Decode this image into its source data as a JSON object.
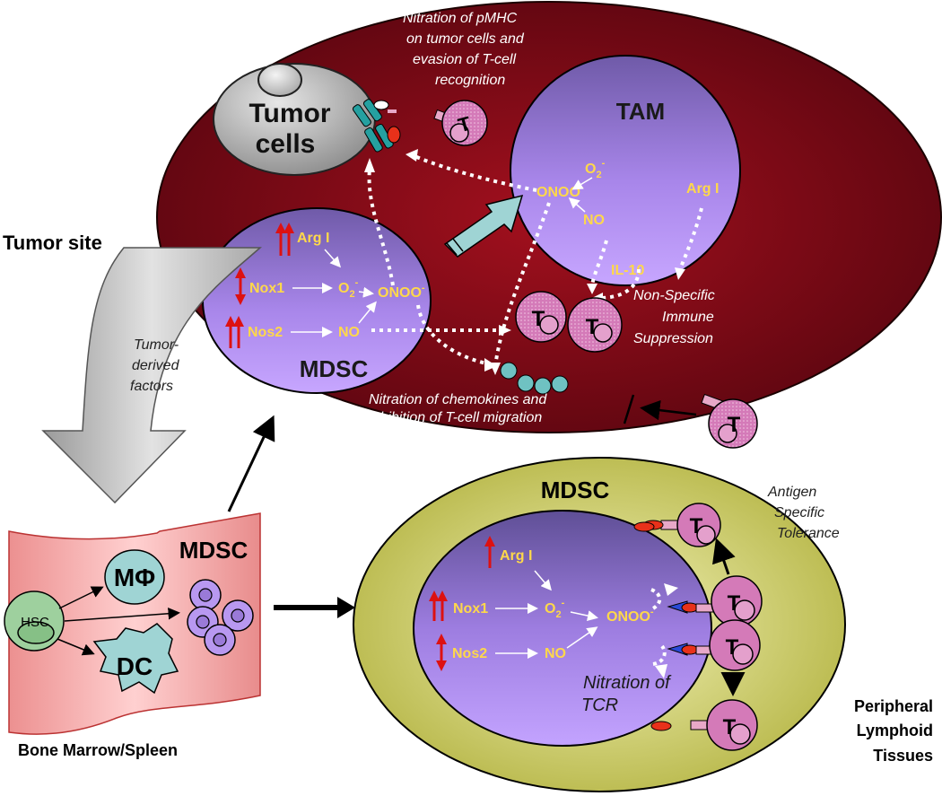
{
  "colors": {
    "tumor_site_bg": "#7a0a14",
    "mdsc_cell": "#9a77e0",
    "yellow_text": "#ffd84a",
    "lymphoid_bg": "#d8d870",
    "marrow_bg": "#f1a8a8",
    "t_cell": "#d47ab8",
    "arrow_white": "#ffffff",
    "up_arrow_red": "#dd1111"
  },
  "labels": {
    "tumor_site": "Tumor site",
    "tumor_derived_factors": [
      "Tumor-",
      "derived",
      "factors"
    ],
    "bone_marrow": "Bone Marrow/Spleen",
    "peripheral": [
      "Peripheral",
      "Lymphoid",
      "Tissues"
    ],
    "hsc": "HSC",
    "mphi": "MΦ",
    "dc": "DC",
    "mdsc_marrow": "MDSC",
    "tumor_cells": [
      "Tumor",
      "cells"
    ],
    "tam": "TAM",
    "mdsc_tumor": "MDSC",
    "mdsc_lymph": "MDSC",
    "nitration_pmhc": [
      "Nitration of pMHC",
      "on tumor cells and",
      "evasion of T-cell",
      "recognition"
    ],
    "nonspecific": [
      "Non-Specific",
      "Immune",
      "Suppression"
    ],
    "chemokines": [
      "Nitration of chemokines and",
      "inhibition of T-cell migration"
    ],
    "antigen": [
      "Antigen",
      "Specific",
      "Tolerance"
    ],
    "nitration_tcr": [
      "Nitration of",
      "TCR"
    ]
  },
  "tumor_mdsc": {
    "arg": "Arg I",
    "nox1": "Nox1",
    "nos2": "Nos2",
    "o2": "O",
    "o2_sub": "2",
    "o2_sup": "-",
    "no": "NO",
    "onoo": "ONOO",
    "onoo_sup": "-"
  },
  "tam_box": {
    "o2": "O",
    "o2_sub": "2",
    "o2_sup": "-",
    "onoo": "ONOO",
    "onoo_sup": "-",
    "no": "NO",
    "arg": "Arg I",
    "il10": "IL-10"
  },
  "lymph_mdsc": {
    "arg": "Arg I",
    "nox1": "Nox1",
    "nos2": "Nos2",
    "o2": "O",
    "o2_sub": "2",
    "o2_sup": "-",
    "no": "NO",
    "onoo": "ONOO",
    "onoo_sup": "-"
  },
  "t_cell_glyph": "T"
}
